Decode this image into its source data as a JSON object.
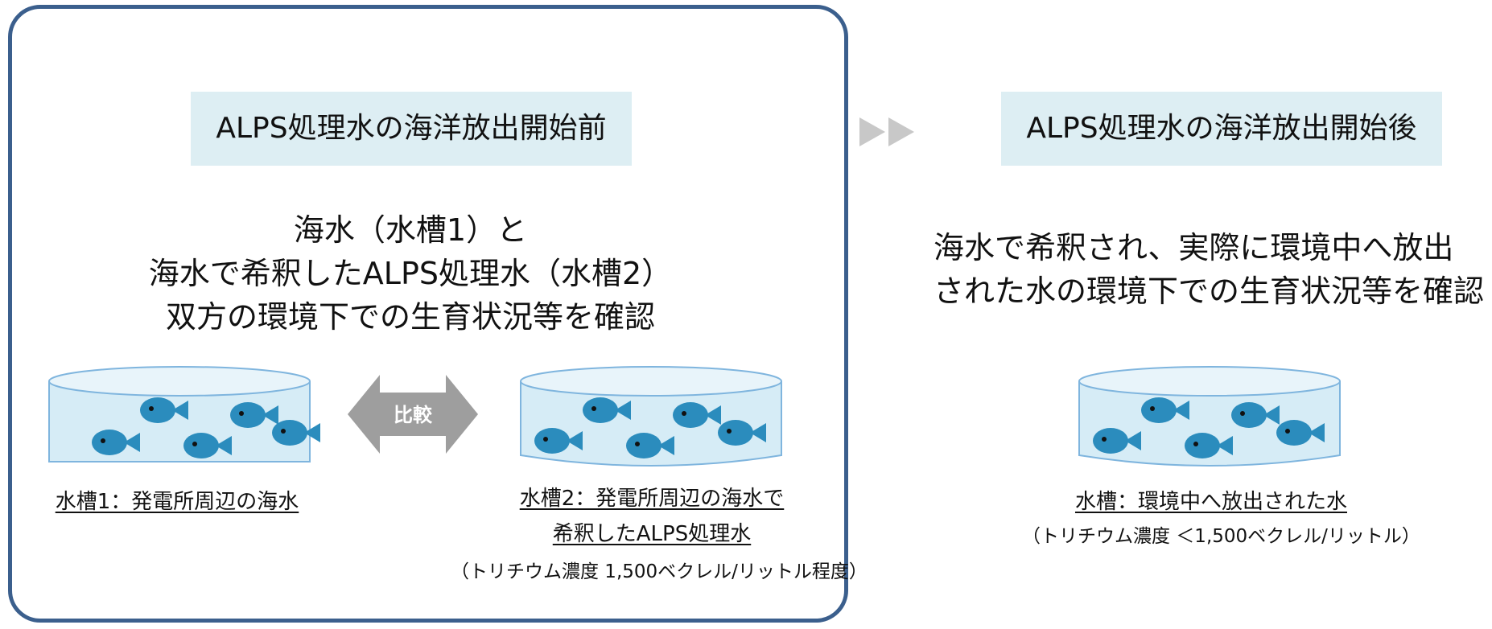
{
  "before": {
    "title": "ALPS処理水の海洋放出開始前",
    "description": [
      "海水（水槽1）と",
      "海水で希釈したALPS処理水（水槽2）",
      "双方の環境下での生育状況等を確認"
    ],
    "compare_label": "比較",
    "tank1_caption": "水槽1：発電所周辺の海水",
    "tank2_caption": [
      "水槽2：発電所周辺の海水で",
      "希釈したALPS処理水"
    ],
    "tank2_note": "（トリチウム濃度 1,500ベクレル/リットル程度）"
  },
  "after": {
    "title": "ALPS処理水の海洋放出開始後",
    "description": [
      "海水で希釈され、実際に環境中へ放出",
      "された水の環境下での生育状況等を確認"
    ],
    "tank_caption": "水槽：環境中へ放出された水",
    "tank_note": "（トリチウム濃度 ＜1,500ベクレル/リットル）"
  },
  "colors": {
    "frame": "#3b5f8d",
    "title_bg": "#ddeef3",
    "tank_fill": "#d6ecf6",
    "tank_rim": "#7fb5de",
    "fish": "#2b8cbd",
    "compare_arrow": "#9e9e9e",
    "flow_arrow": "#c8c8c8"
  },
  "icons": [
    "fish-icon",
    "tank-icon",
    "double-arrow-icon",
    "play-arrows-icon"
  ]
}
